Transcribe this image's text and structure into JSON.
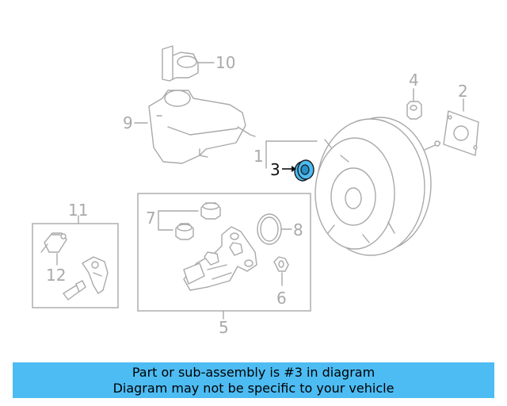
{
  "diagram": {
    "callouts": {
      "c1": "1",
      "c2": "2",
      "c3": "3",
      "c4": "4",
      "c5": "5",
      "c6": "6",
      "c7": "7",
      "c8": "8",
      "c9": "9",
      "c10": "10",
      "c11": "11",
      "c12": "12"
    },
    "highlighted_part": "3",
    "colors": {
      "line": "#a9a9a9",
      "highlight": "#4dbcf3",
      "banner": "#4dbcf3",
      "active_text": "#111111"
    }
  },
  "banner": {
    "line1": "Part or sub-assembly is #3 in diagram",
    "line2": "Diagram may not be specific to your vehicle"
  }
}
